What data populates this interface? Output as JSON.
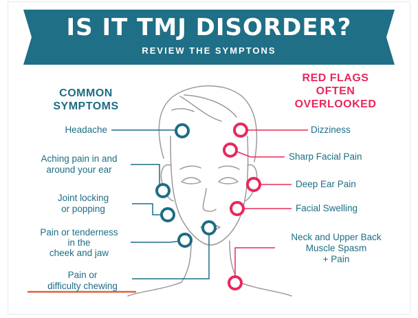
{
  "title": "IS IT TMJ DISORDER?",
  "subtitle": "REVIEW THE SYMPTONS",
  "common": {
    "heading": "COMMON\nSYMPTOMS",
    "items": [
      "Headache",
      "Aching pain in and\naround your ear",
      "Joint locking\nor popping",
      "Pain or tenderness\nin the\ncheek and jaw",
      "Pain or\ndifficulty chewing"
    ]
  },
  "red_flags": {
    "heading": "RED FLAGS\nOFTEN\nOVERLOOKED",
    "items": [
      "Dizziness",
      "Sharp Facial Pain",
      "Deep Ear Pain",
      "Facial Swelling",
      "Neck and Upper Back\nMuscle Spasm\n+ Pain"
    ]
  },
  "colors": {
    "banner": "#1f6f86",
    "teal": "#1c6d83",
    "red": "#e8285a",
    "face_line": "#9a9a9a",
    "underline": "#e0603a"
  },
  "icons": [
    "circle-marker-icon"
  ]
}
